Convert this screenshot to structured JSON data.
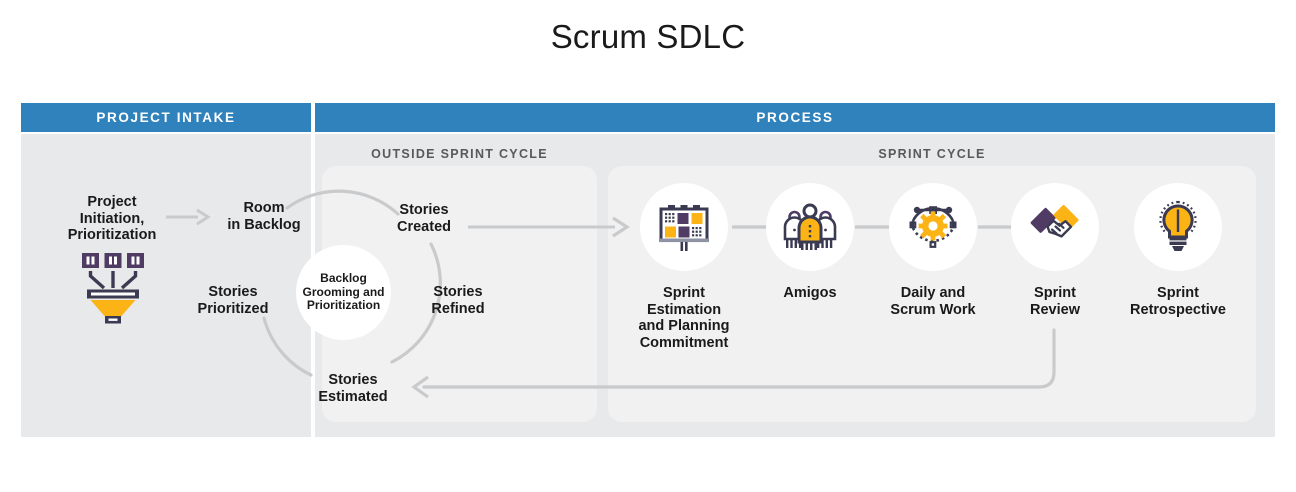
{
  "title": "Scrum SDLC",
  "colors": {
    "header_blue": "#3082bd",
    "body_gray": "#e8e9eb",
    "panel_gray": "#f1f1f2",
    "arrow_gray": "#c8cacc",
    "text_dark": "#1a1a1a",
    "sub_gray": "#58595b",
    "icon_navy": "#3a3b52",
    "icon_purple": "#4f3b63",
    "icon_yellow": "#fcb316"
  },
  "headers": [
    {
      "id": "project-intake",
      "label": "PROJECT INTAKE"
    },
    {
      "id": "process",
      "label": "PROCESS"
    }
  ],
  "sublabels": [
    {
      "id": "outside-sprint-cycle",
      "label": "OUTSIDE SPRINT CYCLE"
    },
    {
      "id": "sprint-cycle",
      "label": "SPRINT CYCLE"
    }
  ],
  "intake": {
    "entry_label": "Project\nInitiation,\nPrioritization",
    "entry_line1": "Project",
    "entry_line2": "Initiation,",
    "entry_line3": "Prioritization",
    "icon": "funnel-icon"
  },
  "cycle": {
    "center_line1": "Backlog",
    "center_line2": "Grooming and",
    "center_line3": "Prioritization",
    "nodes": [
      {
        "id": "room-in-backlog",
        "line1": "Room",
        "line2": "in Backlog"
      },
      {
        "id": "stories-created",
        "line1": "Stories",
        "line2": "Created"
      },
      {
        "id": "stories-refined",
        "line1": "Stories",
        "line2": "Refined"
      },
      {
        "id": "stories-estimated",
        "line1": "Stories",
        "line2": "Estimated"
      },
      {
        "id": "stories-prioritized",
        "line1": "Stories",
        "line2": "Prioritized"
      }
    ]
  },
  "steps": [
    {
      "id": "sprint-estimation-and-planning-commitment",
      "icon": "planning-board-icon",
      "line1": "Sprint",
      "line2": "Estimation",
      "line3": "and Planning",
      "line4": "Commitment"
    },
    {
      "id": "amigos",
      "icon": "three-people-icon",
      "line1": "Amigos",
      "line2": "",
      "line3": "",
      "line4": ""
    },
    {
      "id": "daily-and-scrum-work",
      "icon": "gear-orbit-icon",
      "line1": "Daily and",
      "line2": "Scrum Work",
      "line3": "",
      "line4": ""
    },
    {
      "id": "sprint-review",
      "icon": "handshake-icon",
      "line1": "Sprint",
      "line2": "Review",
      "line3": "",
      "line4": ""
    },
    {
      "id": "sprint-retrospective",
      "icon": "lightbulb-brain-icon",
      "line1": "Sprint",
      "line2": "Retrospective",
      "line3": "",
      "line4": ""
    }
  ]
}
